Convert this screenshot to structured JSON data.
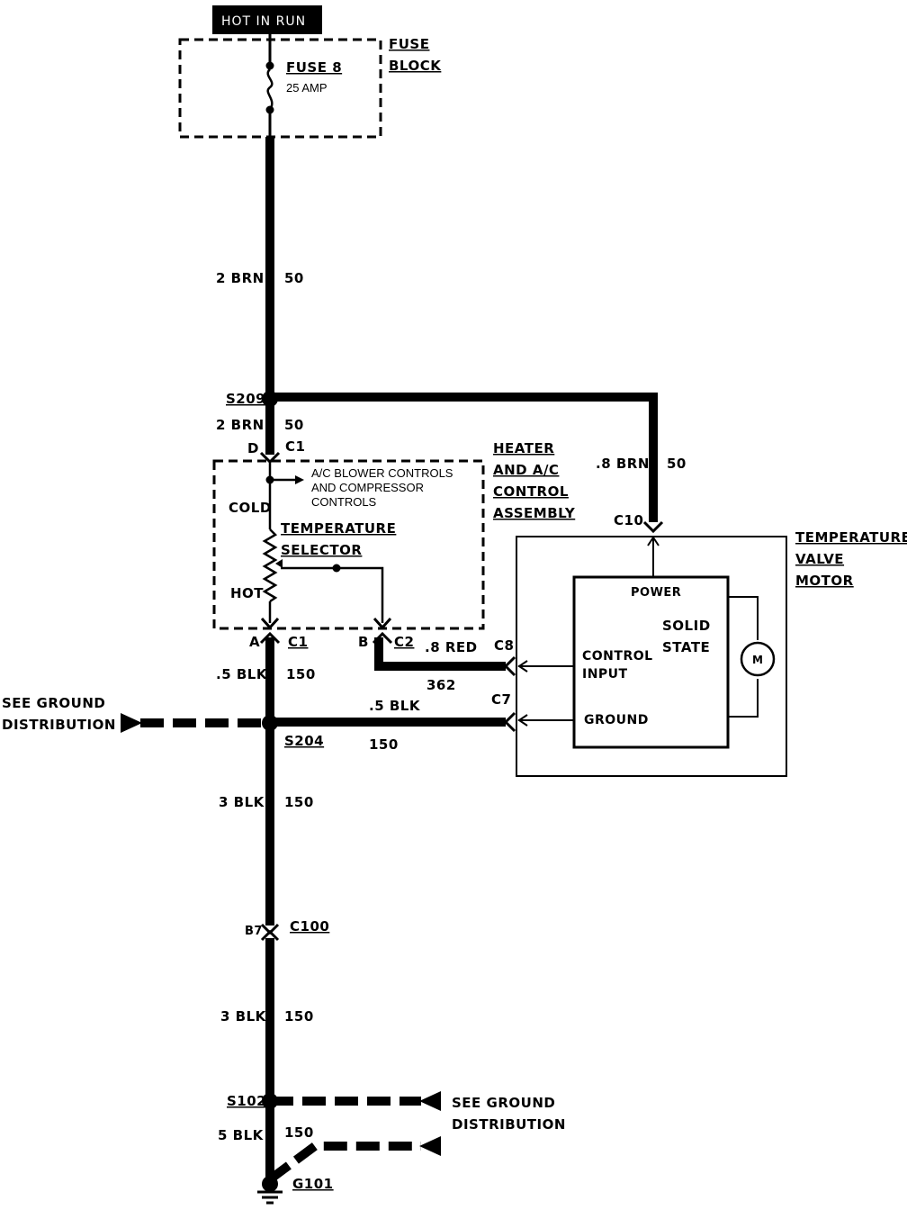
{
  "power_source": "HOT IN RUN",
  "fuse_block": {
    "title_line1": "FUSE",
    "title_line2": "BLOCK",
    "fuse_name": "FUSE 8",
    "fuse_rating": "25 AMP"
  },
  "wires": {
    "main_gauge_color": "2 BRN",
    "main_circuit": "50",
    "s209_gauge_color": "2 BRN",
    "s209_circuit": "50",
    "motor_feed_gauge_color": ".8 BRN",
    "motor_feed_circuit": "50",
    "c2_gauge_color": ".8 RED",
    "c2_circuit": "362",
    "ground_a_gauge_color": ".5 BLK",
    "ground_a_circuit": "150",
    "c7_gauge_color": ".5 BLK",
    "c7_circuit": "150",
    "mid_gauge_color": "3 BLK",
    "mid_circuit": "150",
    "low_gauge_color": "3 BLK",
    "low_circuit": "150",
    "bottom_gauge_color": "5 BLK",
    "bottom_circuit": "150"
  },
  "splices": {
    "s209": "S209",
    "s204": "S204",
    "s102": "S102"
  },
  "connectors": {
    "c1_pin_d": "D",
    "c1_top": "C1",
    "c1_pin_a": "A",
    "c1_bottom": "C1",
    "c2_pin_b": "B",
    "c2": "C2",
    "c10": "C10",
    "c8": "C8",
    "c7": "C7",
    "c100_pin": "B7",
    "c100": "C100"
  },
  "control_assembly": {
    "title_line1": "HEATER",
    "title_line2": "AND A/C",
    "title_line3": "CONTROL",
    "title_line4": "ASSEMBLY",
    "note_line1": "A/C BLOWER CONTROLS",
    "note_line2": "AND COMPRESSOR",
    "note_line3": "CONTROLS",
    "cold": "COLD",
    "hot": "HOT",
    "selector_line1": "TEMPERATURE",
    "selector_line2": "SELECTOR"
  },
  "motor": {
    "title_line1": "TEMPERATURE",
    "title_line2": "VALVE",
    "title_line3": "MOTOR",
    "power": "POWER",
    "solid_line1": "SOLID",
    "solid_line2": "STATE",
    "control_line1": "CONTROL",
    "control_line2": "INPUT",
    "ground": "GROUND",
    "motor_symbol": "M"
  },
  "ground_refs": {
    "left_line1": "SEE GROUND",
    "left_line2": "DISTRIBUTION",
    "right_line1": "SEE GROUND",
    "right_line2": "DISTRIBUTION"
  },
  "ground_point": "G101"
}
